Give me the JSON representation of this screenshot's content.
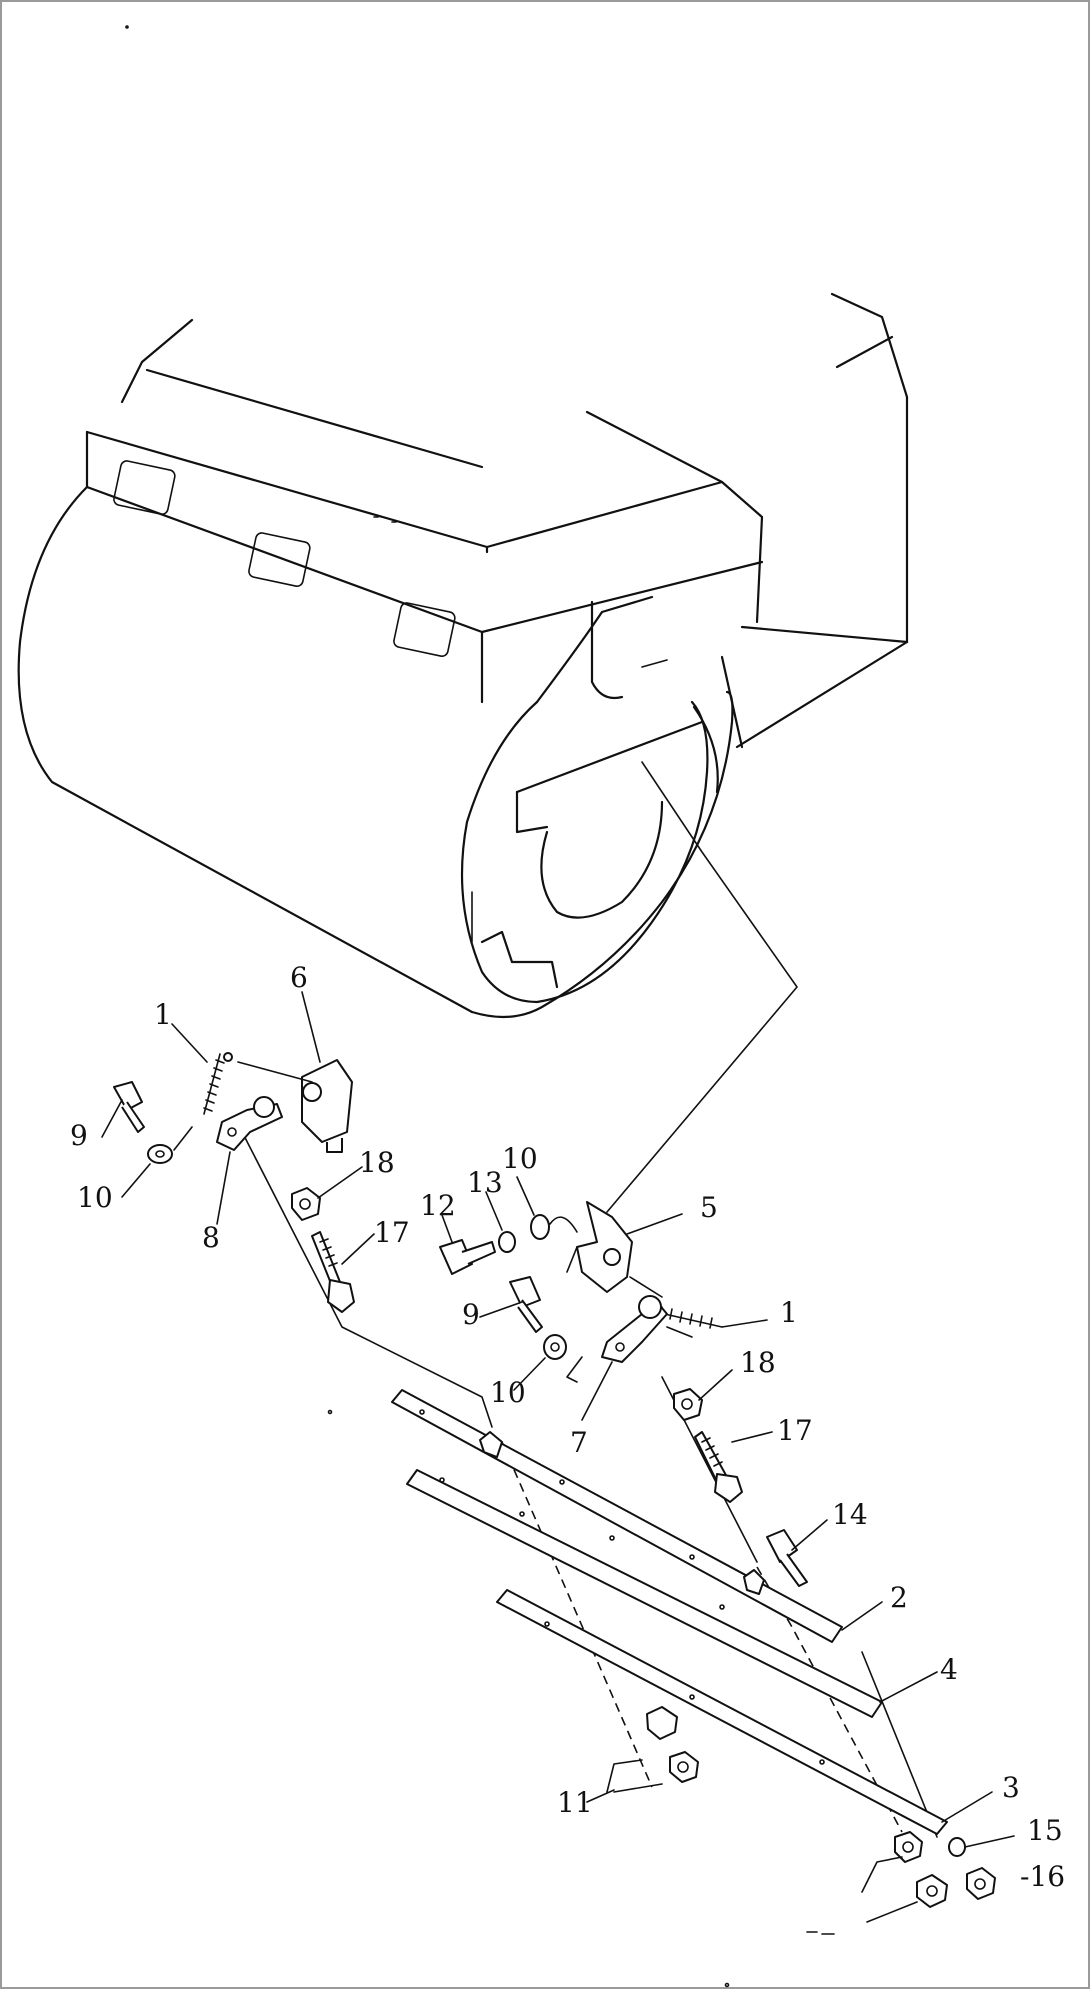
{
  "diagram": {
    "callouts": [
      {
        "id": "c1a",
        "label": "1"
      },
      {
        "id": "c6",
        "label": "6"
      },
      {
        "id": "c9a",
        "label": "9"
      },
      {
        "id": "c10a",
        "label": "10"
      },
      {
        "id": "c8",
        "label": "8"
      },
      {
        "id": "c18a",
        "label": "18"
      },
      {
        "id": "c17a",
        "label": "17"
      },
      {
        "id": "c10b",
        "label": "10"
      },
      {
        "id": "c13",
        "label": "13"
      },
      {
        "id": "c12",
        "label": "12"
      },
      {
        "id": "c5",
        "label": "5"
      },
      {
        "id": "c1b",
        "label": "1"
      },
      {
        "id": "c9b",
        "label": "9"
      },
      {
        "id": "c10c",
        "label": "10"
      },
      {
        "id": "c18b",
        "label": "18"
      },
      {
        "id": "c7",
        "label": "7"
      },
      {
        "id": "c17b",
        "label": "17"
      },
      {
        "id": "c14",
        "label": "14"
      },
      {
        "id": "c2",
        "label": "2"
      },
      {
        "id": "c4",
        "label": "4"
      },
      {
        "id": "c3",
        "label": "3"
      },
      {
        "id": "c15",
        "label": "15"
      },
      {
        "id": "c16",
        "label": "-16"
      },
      {
        "id": "c11",
        "label": "11"
      }
    ]
  }
}
